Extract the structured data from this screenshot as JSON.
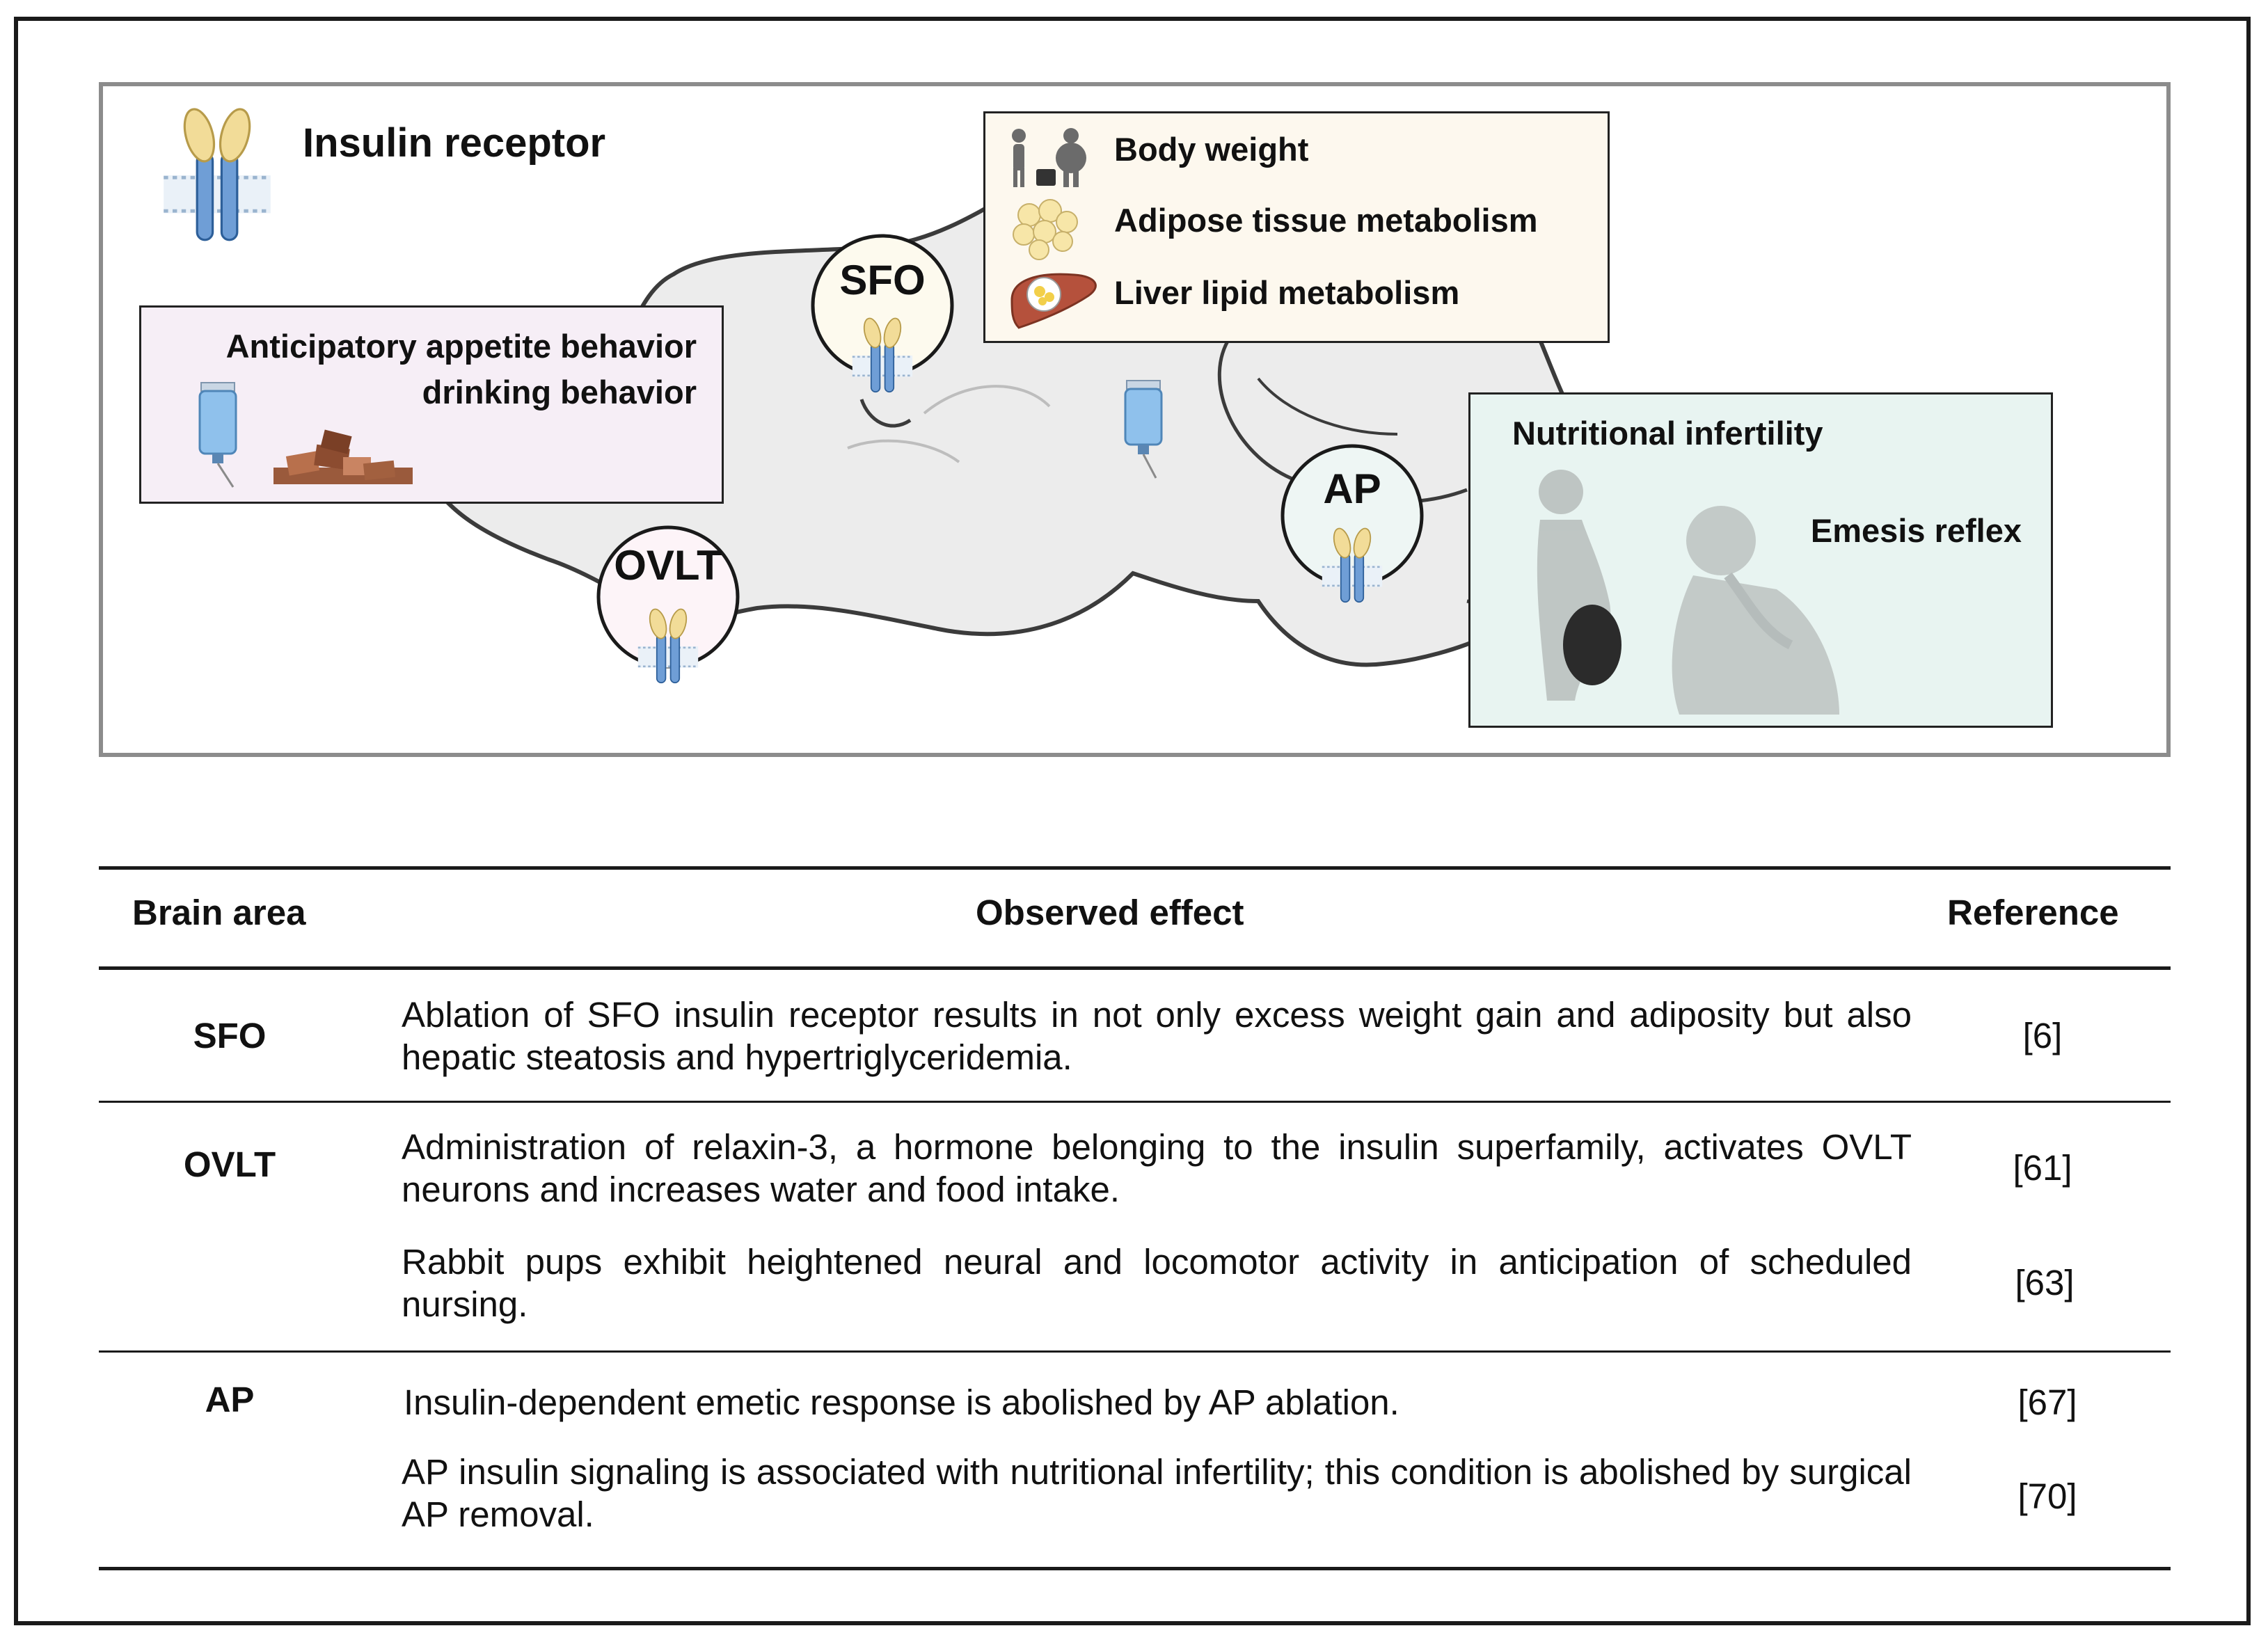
{
  "figure": {
    "insulin_receptor_label": "Insulin receptor",
    "appetite_box": {
      "line1": "Anticipatory appetite behavior",
      "line2": "drinking behavior"
    },
    "metabolism_box": {
      "items": [
        {
          "icon": "body-weight-icon",
          "label": "Body weight"
        },
        {
          "icon": "adipose-icon",
          "label": "Adipose tissue metabolism"
        },
        {
          "icon": "liver-icon",
          "label": "Liver lipid metabolism"
        }
      ]
    },
    "infertility_box": {
      "title": "Nutritional infertility",
      "subtitle": "Emesis reflex"
    },
    "regions": {
      "sfo": "SFO",
      "ovlt": "OVLT",
      "ap": "AP"
    }
  },
  "table": {
    "headers": {
      "area": "Brain area",
      "effect": "Observed effect",
      "reference": "Reference"
    },
    "rows": [
      {
        "area": "SFO",
        "effect": "Ablation of SFO insulin receptor results in not only excess weight gain and adiposity but also hepatic steatosis and hypertriglyceridemia.",
        "reference": "[6]"
      },
      {
        "area": "OVLT",
        "effect": "Administration of relaxin-3, a hormone belonging to the insulin superfamily, activates OVLT neurons and increases water and food intake.",
        "reference": "[61]"
      },
      {
        "area": "",
        "effect": "Rabbit pups exhibit heightened neural and locomotor activity in anticipation of scheduled nursing.",
        "reference": "[63]"
      },
      {
        "area": "AP",
        "effect": "Insulin-dependent emetic response is abolished by AP ablation.",
        "reference": "[67]"
      },
      {
        "area": "",
        "effect": "AP insulin signaling is associated with nutritional infertility; this condition is abolished by surgical AP removal.",
        "reference": "[70]"
      }
    ]
  },
  "colors": {
    "brain_fill": "#ececec",
    "appetite_box_bg": "#f6eef6",
    "metabolism_box_bg": "#fdf8ee",
    "infertility_box_bg": "#e8f4f1",
    "receptor_yellow": "#f2dc98",
    "receptor_blue": "#6f9ed6"
  }
}
